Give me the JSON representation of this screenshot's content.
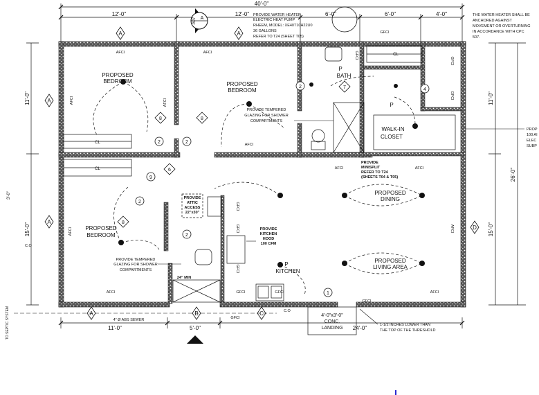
{
  "dims": {
    "overall": "40'-0\"",
    "top_left": "12'-0\"",
    "top_mid": "12'-0\"",
    "top_a": "6'-0\"",
    "top_b": "6'-0\"",
    "top_c": "4'-0\"",
    "right_upper": "11'-0\"",
    "right_total": "26'-0\"",
    "right_lower": "15'-0\"",
    "left_upper": "11'-0\"",
    "left_lower": "15'-0\"",
    "left_side": "3'-0\"",
    "bottom_left": "11'-0\"",
    "bottom_mid": "5'-0\"",
    "bottom_right": "24'-0\"",
    "clearance": "24\" MIN"
  },
  "notes": {
    "heater_lines": [
      "PROVIDE WATER HEATER",
      "ELECTRIC HEAT PUMP",
      "RHEEM, MODEL: XE40T10H22U0",
      "36 GALLONS",
      "REFER TO T24 (SHEET T05)"
    ],
    "anchor_lines": [
      "THE WATER HEATER SHALL BE",
      "ANCHORED AGAINST",
      "MOVEMENT OR OVERTURNING",
      "IN ACCORDANCE WITH CPC",
      "507."
    ],
    "right_edge_lines": [
      "PROP",
      "100 AI",
      "ELEC",
      "SUBP"
    ],
    "tempered_upper": [
      "PROVIDE TEMPERED",
      "GLAZING FOR SHOWER",
      "COMPARTMENTS"
    ],
    "tempered_lower": [
      "PROVIDE TEMPERED",
      "GLAZING FOR SHOWER",
      "COMPARTMENTS"
    ],
    "minisplit": [
      "PROVIDE",
      "MINISPLIT",
      "REFER TO T24",
      "(SHEETS T04 & T05)"
    ],
    "attic": [
      "PROVIDE",
      "ATTIC",
      "ACCESS",
      "22\"x30\""
    ],
    "hood": [
      "PROVIDE",
      "KITCHEN",
      "HOOD",
      "100 CFM"
    ],
    "threshold": [
      "1-1/2 INCHES LOWER THAN",
      "THE TOP OF THE THRESHOLD"
    ],
    "sewer": "4\" Ø ABS SEWER",
    "septic": "TO SEPTIC SYSTEM",
    "co": "C.O"
  },
  "rooms": {
    "bed1": [
      "PROPOSED",
      "BEDROOM"
    ],
    "bed2": [
      "PROPOSED",
      "BEDROOM"
    ],
    "bed3": [
      "PROPOSED",
      "BEDROOM"
    ],
    "bath": [
      "P",
      "BATH"
    ],
    "closet": [
      "P",
      "WALK-IN",
      "CLOSET"
    ],
    "dining": [
      "PROPOSED",
      "DINING"
    ],
    "living": [
      "PROPOSED",
      "LIVING AREA"
    ],
    "kitchen": [
      "P",
      "KITCHEN"
    ],
    "landing": [
      "4'-0\"x3'-0\"",
      "CONC.",
      "LANDING"
    ]
  },
  "labels": {
    "afci": "AFCI",
    "gfci": "GFCI",
    "cl": "CL",
    "section_sheet": "A07",
    "section_letter": "A"
  },
  "grid": {
    "a": "A",
    "b": "B",
    "c": "C",
    "d": "D"
  },
  "tags": {
    "t1": "1",
    "t2": "2",
    "t4": "4",
    "t6": "6",
    "t7": "7",
    "t8": "8",
    "t9": "9"
  }
}
